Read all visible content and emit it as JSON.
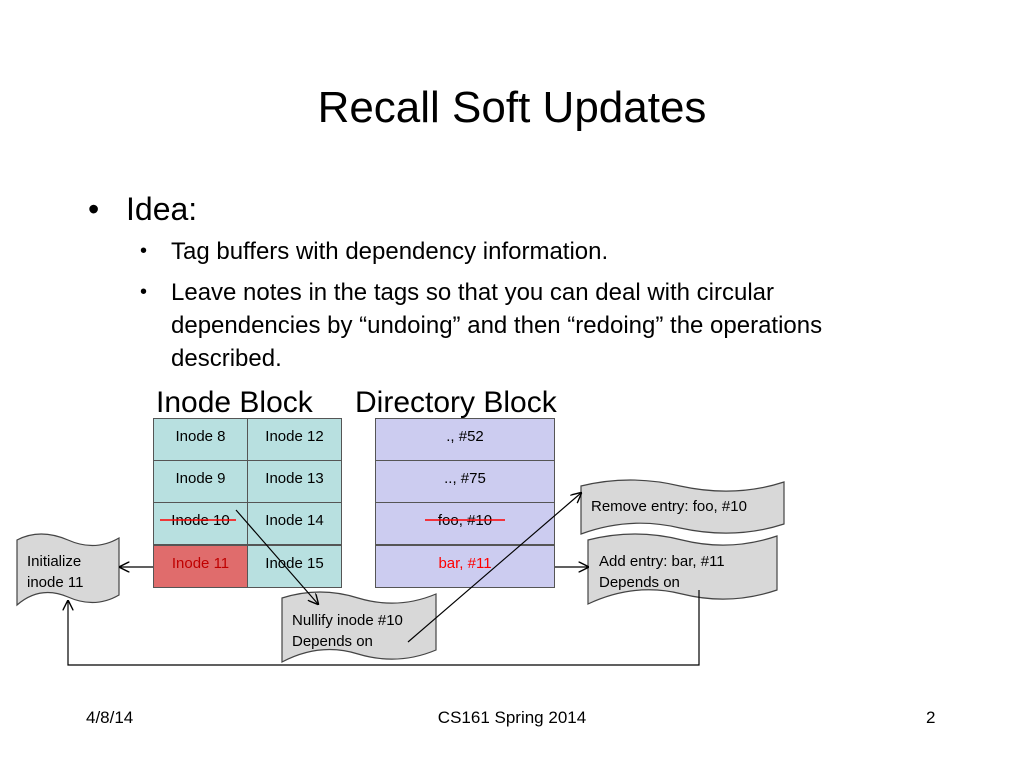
{
  "slide": {
    "title": "Recall Soft Updates",
    "bullet": "Idea:",
    "subbullets": [
      "Tag buffers with dependency information.",
      "Leave notes in the tags so that you can deal with circular dependencies by “undoing” and then “redoing” the operations described."
    ]
  },
  "diagram": {
    "inode_block_label": "Inode Block",
    "directory_block_label": "Directory Block",
    "inode_cells": [
      [
        "Inode 8",
        "Inode 12"
      ],
      [
        "Inode 9",
        "Inode 13"
      ],
      [
        "Inode 10",
        "Inode 14"
      ],
      [
        "Inode 11",
        "Inode 15"
      ]
    ],
    "directory_cells": [
      ".,  #52",
      "..,  #75",
      "foo, #10",
      "bar, #11"
    ],
    "notes": {
      "initialize": [
        "Initialize",
        "inode 11"
      ],
      "nullify": [
        "Nullify inode #10",
        "Depends on"
      ],
      "remove": [
        "Remove entry: foo, #10"
      ],
      "add": [
        "Add entry: bar, #11",
        "Depends on"
      ]
    },
    "colors": {
      "inode_fill": "#b8e0e0",
      "inode_highlight": "#e06c6c",
      "directory_fill": "#ccccf0",
      "note_fill": "#d8d8d8",
      "strike": "#ff0000"
    }
  },
  "footer": {
    "date": "4/8/14",
    "course": "CS161 Spring 2014",
    "page": "2"
  }
}
